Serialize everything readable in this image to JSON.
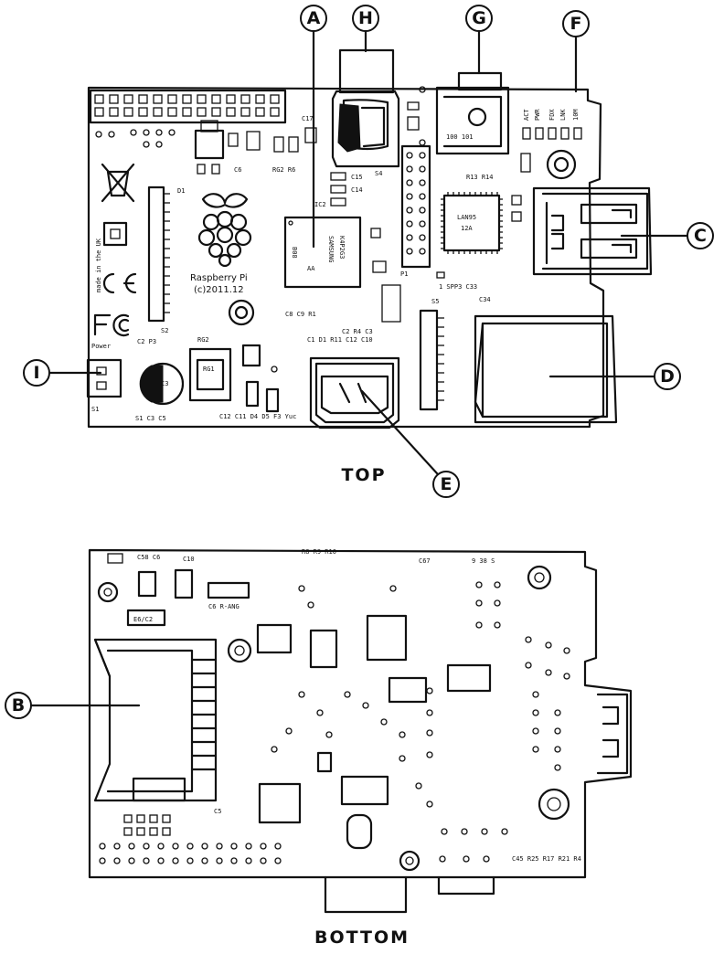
{
  "views": {
    "top": "TOP",
    "bottom": "BOTTOM"
  },
  "callouts": {
    "A": "A",
    "B": "B",
    "C": "C",
    "D": "D",
    "E": "E",
    "F": "F",
    "G": "G",
    "H": "H",
    "I": "I"
  },
  "board_text": {
    "brand": "Raspberry Pi",
    "copyright": "(c)2011.12",
    "made_in": "made in the UK",
    "power_label": "Power",
    "ic2": "IC2",
    "s2": "S2",
    "s5": "S5",
    "s1": "S1",
    "led_act": "ACT",
    "led_pwr": "PWR",
    "led_fdx": "FDX",
    "led_lnk": "LNK",
    "led_10m": "10M"
  },
  "colors": {
    "ink": "#111111",
    "paper": "#ffffff"
  }
}
